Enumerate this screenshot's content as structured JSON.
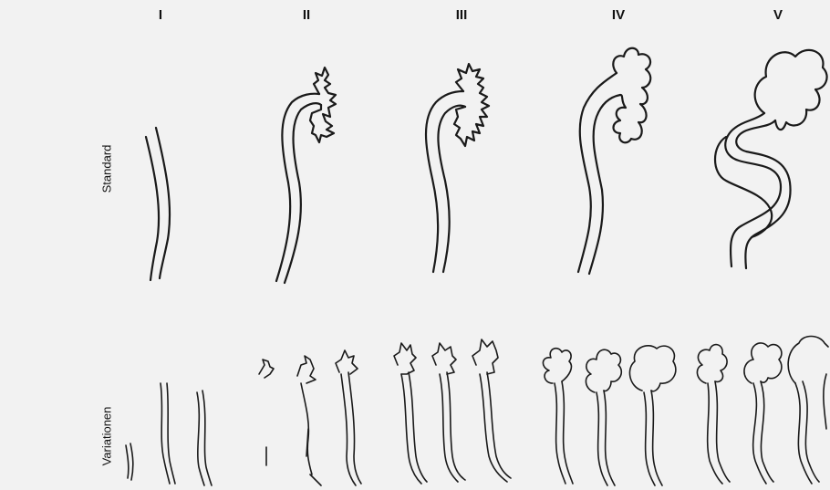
{
  "columns": [
    {
      "id": "col-1",
      "label": "I"
    },
    {
      "id": "col-2",
      "label": "II"
    },
    {
      "id": "col-3",
      "label": "III"
    },
    {
      "id": "col-4",
      "label": "IV"
    },
    {
      "id": "col-5",
      "label": "V"
    }
  ],
  "rows": {
    "standard": "Standard",
    "variations": "Variationen"
  }
}
